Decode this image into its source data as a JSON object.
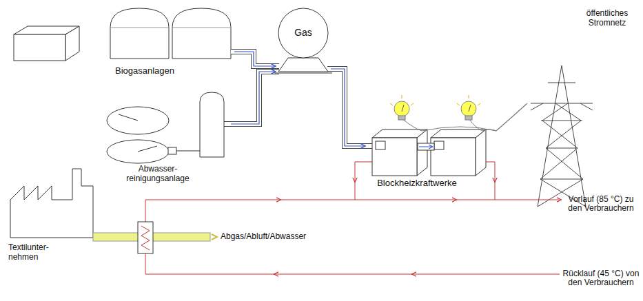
{
  "diagram": {
    "nodes": [
      {
        "text": [
          "Biogasanlagen"
        ]
      },
      {
        "text": [
          "Gas"
        ]
      },
      {
        "text": [
          "Abwasser- reinigungsanlage"
        ]
      },
      {
        "text": [
          "Blockheizkraftwerke"
        ]
      },
      {
        "text": [
          "öffentliches Stromnetz"
        ]
      },
      {
        "text": [
          "Textilunter- nehmen"
        ]
      }
    ],
    "edges": [
      {
        "from": 0,
        "to": 1,
        "arrow": "to"
      },
      {
        "from": 2,
        "to": 1,
        "arrow": "to"
      },
      {
        "from": 1,
        "to": 3,
        "arrow": "to"
      },
      {
        "from": 3,
        "to": 4,
        "arrow": "none"
      }
    ],
    "labels": [
      "Abgas/Abluft/Abwasser",
      "Vorlauf (85 °C) zu den Verbrauchern",
      "Rücklauf (45 °C) von den Verbrauchern"
    ]
  }
}
